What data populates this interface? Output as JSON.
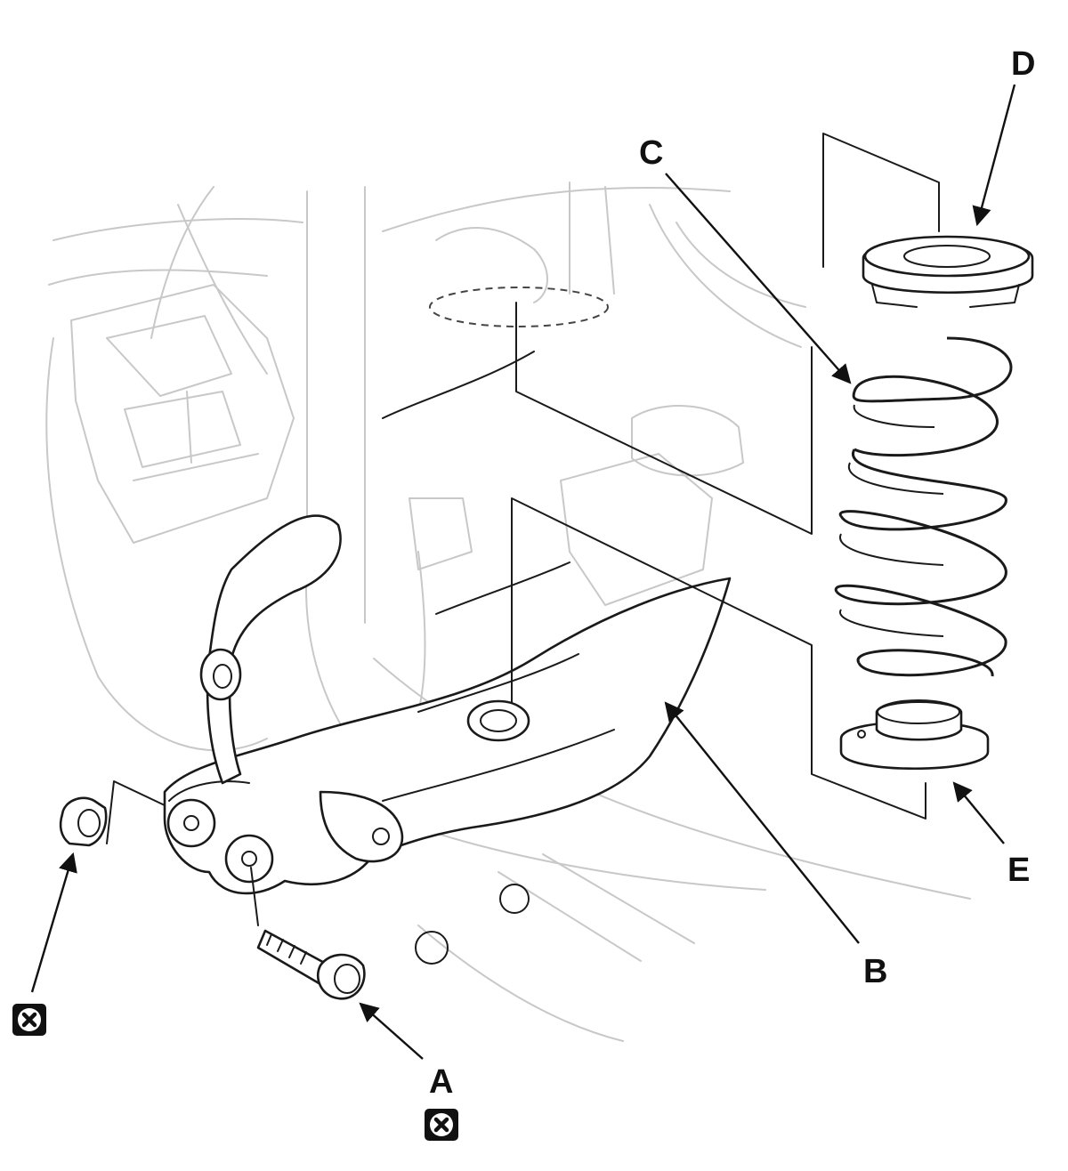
{
  "callouts": {
    "a": "A",
    "b": "B",
    "c": "C",
    "d": "D",
    "e": "E"
  },
  "replace_marks": {
    "icon": "boxed-x-icon",
    "color": "#111111"
  }
}
